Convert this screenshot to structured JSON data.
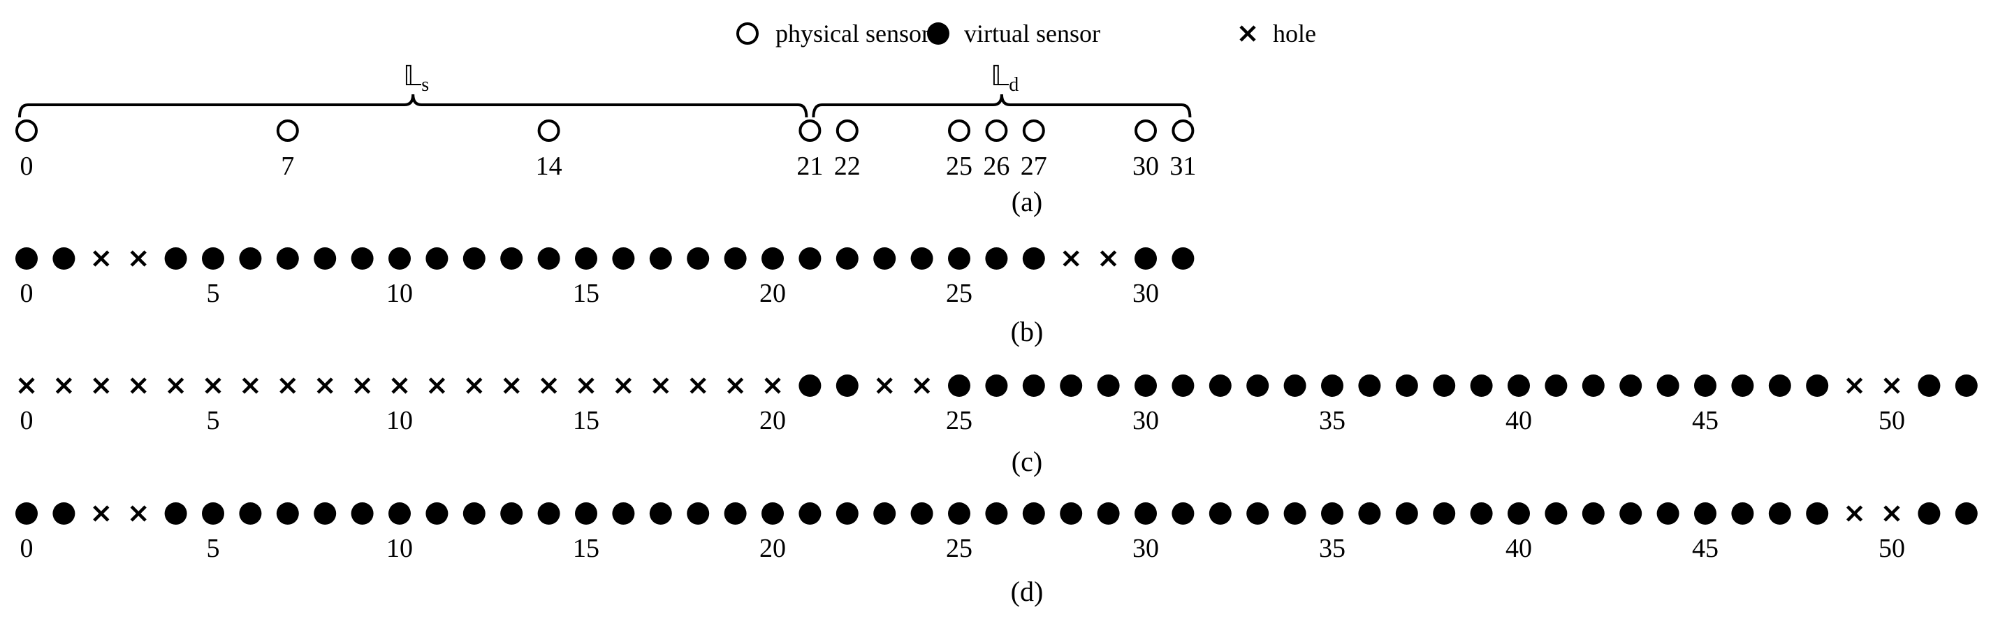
{
  "legend": {
    "physical": "physical sensor",
    "virtual": "virtual sensor",
    "hole": "hole"
  },
  "braces": [
    {
      "label_main": "𝕃",
      "label_sub": "s",
      "from": 0,
      "to": 21
    },
    {
      "label_main": "𝕃",
      "label_sub": "d",
      "from": 21,
      "to": 31
    }
  ],
  "arrays": [
    {
      "caption": "(a)",
      "length": 32,
      "physical": [
        0,
        7,
        14,
        21,
        22,
        25,
        26,
        27,
        30,
        31
      ],
      "labels": [
        "0",
        "7",
        "14",
        "21",
        "22",
        "25",
        "26",
        "27",
        "30",
        "31"
      ],
      "label_positions": [
        0,
        7,
        14,
        21,
        22,
        25,
        26,
        27,
        30,
        31
      ]
    },
    {
      "caption": "(b)",
      "length": 32,
      "holes": [
        2,
        3,
        28,
        29
      ],
      "labels": [
        "0",
        "5",
        "10",
        "15",
        "20",
        "25",
        "30"
      ],
      "label_positions": [
        0,
        5,
        10,
        15,
        20,
        25,
        30
      ]
    },
    {
      "caption": "(c)",
      "length": 53,
      "holes": [
        0,
        1,
        2,
        3,
        4,
        5,
        6,
        7,
        8,
        9,
        10,
        11,
        12,
        13,
        14,
        15,
        16,
        17,
        18,
        19,
        20,
        23,
        24,
        49,
        50
      ],
      "labels": [
        "0",
        "5",
        "10",
        "15",
        "20",
        "25",
        "30",
        "35",
        "40",
        "45",
        "50"
      ],
      "label_positions": [
        0,
        5,
        10,
        15,
        20,
        25,
        30,
        35,
        40,
        45,
        50
      ]
    },
    {
      "caption": "(d)",
      "length": 53,
      "holes": [
        2,
        3,
        49,
        50
      ],
      "labels": [
        "0",
        "5",
        "10",
        "15",
        "20",
        "25",
        "30",
        "35",
        "40",
        "45",
        "50"
      ],
      "label_positions": [
        0,
        5,
        10,
        15,
        20,
        25,
        30,
        35,
        40,
        45,
        50
      ]
    }
  ]
}
